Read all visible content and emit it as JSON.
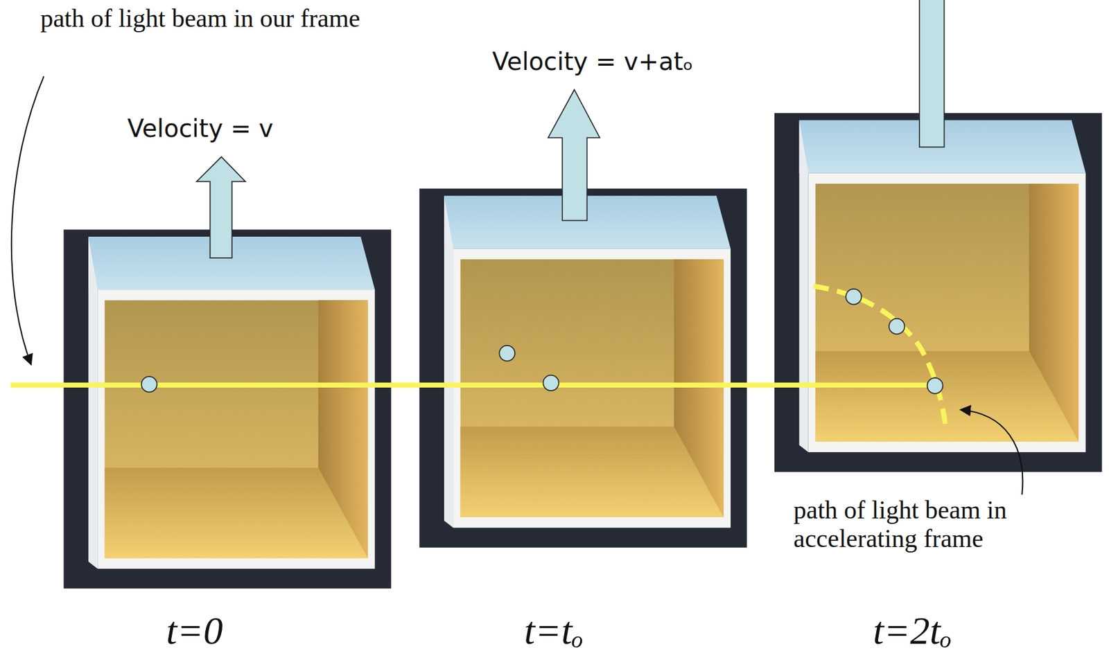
{
  "diagram": {
    "labels": [
      "path of light beam in our frame",
      "Velocity = v",
      "Velocity = v+atₒ",
      "path of light beam in accelerating frame",
      "t=0",
      "t=tₒ",
      "t=2tₒ"
    ]
  }
}
